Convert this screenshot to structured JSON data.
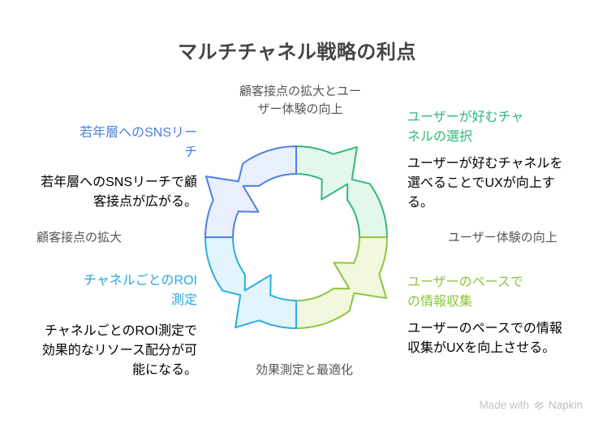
{
  "header": {
    "title": "マルチチャネル戦略の利点"
  },
  "junction_labels": {
    "top_lines": [
      "顧客接点の拡大とユー",
      "ザー体験の向上"
    ],
    "left": "顧客接点の拡大",
    "right": "ユーザー体験の向上",
    "bottom": "効果測定と最適化"
  },
  "benefits": {
    "left_top": {
      "heading_lines": [
        "若年層へのSNSリー",
        "チ"
      ],
      "desc_lines": [
        "若年層へのSNSリーチで顧",
        "客接点が広がる。"
      ],
      "heading_color": "#4a7fe0"
    },
    "left_bottom": {
      "heading_lines": [
        "チャネルごとのROI",
        "測定"
      ],
      "desc_lines": [
        "チャネルごとのROI測定で",
        "効果的なリソース配分が可",
        "能になる。"
      ],
      "heading_color": "#28a9e0"
    },
    "right_top": {
      "heading_lines": [
        "ユーザーが好むチャ",
        "ネルの選択"
      ],
      "desc_lines": [
        "ユーザーが好むチャネルを",
        "選べることでUXが向上す",
        "る。"
      ],
      "heading_color": "#2eb874"
    },
    "right_bottom": {
      "heading_lines": [
        "ユーザーのペースで",
        "の情報収集"
      ],
      "desc_lines": [
        "ユーザーのペースでの情報",
        "収集がUXを向上させる。"
      ],
      "heading_color": "#8cc53c"
    }
  },
  "diagram": {
    "type": "cycle",
    "segments": [
      {
        "position": "top-right",
        "fill": "#e4f7ed",
        "stroke": "#32b878"
      },
      {
        "position": "bottom-right",
        "fill": "#f1f8de",
        "stroke": "#8ec53f"
      },
      {
        "position": "bottom-left",
        "fill": "#e2f5fc",
        "stroke": "#2baddf"
      },
      {
        "position": "top-left",
        "fill": "#e9effc",
        "stroke": "#4d7fe3"
      }
    ]
  },
  "footer": {
    "made_with": "Made with",
    "brand": "Napkin"
  }
}
